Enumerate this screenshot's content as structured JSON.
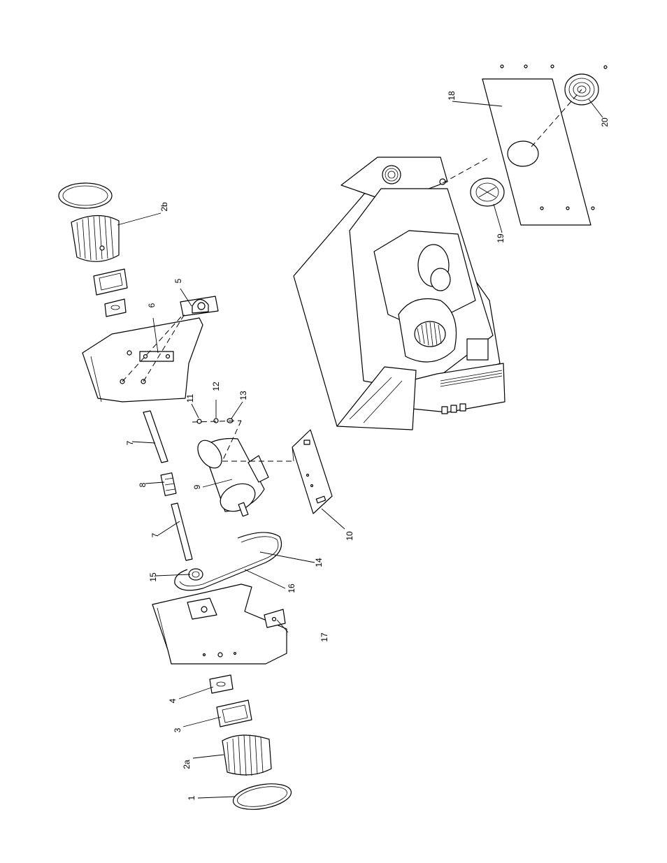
{
  "callouts": {
    "c1": "1",
    "c2a": "2a",
    "c2b": "2b",
    "c3": "3",
    "c4": "4",
    "c5": "5",
    "c6": "6",
    "c7a": "7",
    "c7b": "7",
    "c8": "8",
    "c9": "9",
    "c10": "10",
    "c11": "11",
    "c12": "12",
    "c13": "13",
    "c14": "14",
    "c15": "15",
    "c16": "16",
    "c17": "17",
    "c18": "18",
    "c19": "19",
    "c20": "20"
  },
  "colors": {
    "line": "#000000",
    "background": "#ffffff"
  }
}
